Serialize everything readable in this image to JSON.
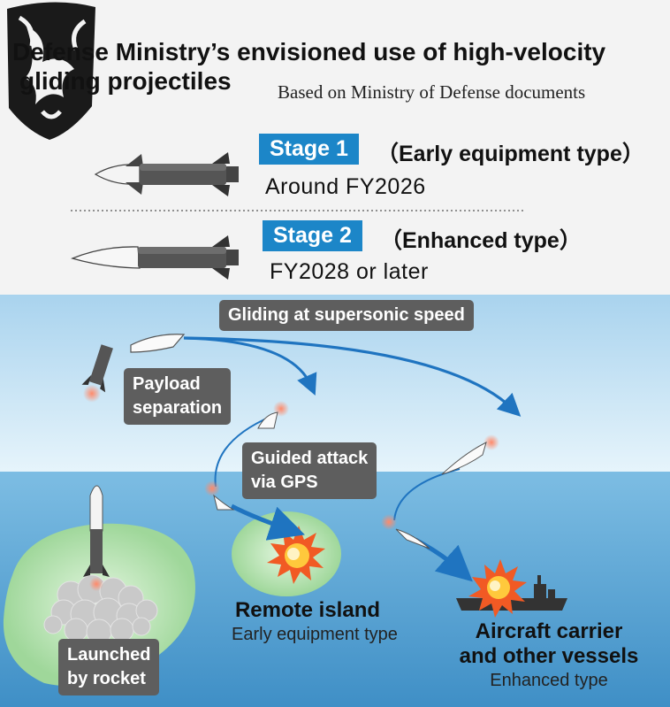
{
  "header": {
    "title_line1": "Defense Ministry’s envisioned use of high-velocity",
    "title_line2": "gliding projectiles",
    "source": "Based on Ministry of Defense documents"
  },
  "stages": [
    {
      "badge": "Stage 1",
      "type": "（Early equipment type）",
      "date": "Around FY2026"
    },
    {
      "badge": "Stage 2",
      "type": "（Enhanced type）",
      "date": "FY2028 or later"
    }
  ],
  "labels": {
    "gliding": "Gliding at supersonic speed",
    "payload_line1": "Payload",
    "payload_line2": "separation",
    "guided_line1": "Guided attack",
    "guided_line2": "via GPS",
    "launched_line1": "Launched",
    "launched_line2": "by rocket"
  },
  "targets": {
    "island_title": "Remote island",
    "island_sub": "Early equipment type",
    "carrier_title_line1": "Aircraft carrier",
    "carrier_title_line2": "and other vessels",
    "carrier_sub": "Enhanced type"
  },
  "colors": {
    "accent_blue": "#1c86c8",
    "label_gray": "#5e5e5e",
    "sky": "#bfe0f3",
    "sea": "#5ea9d6",
    "island": "#c8ebc4"
  }
}
